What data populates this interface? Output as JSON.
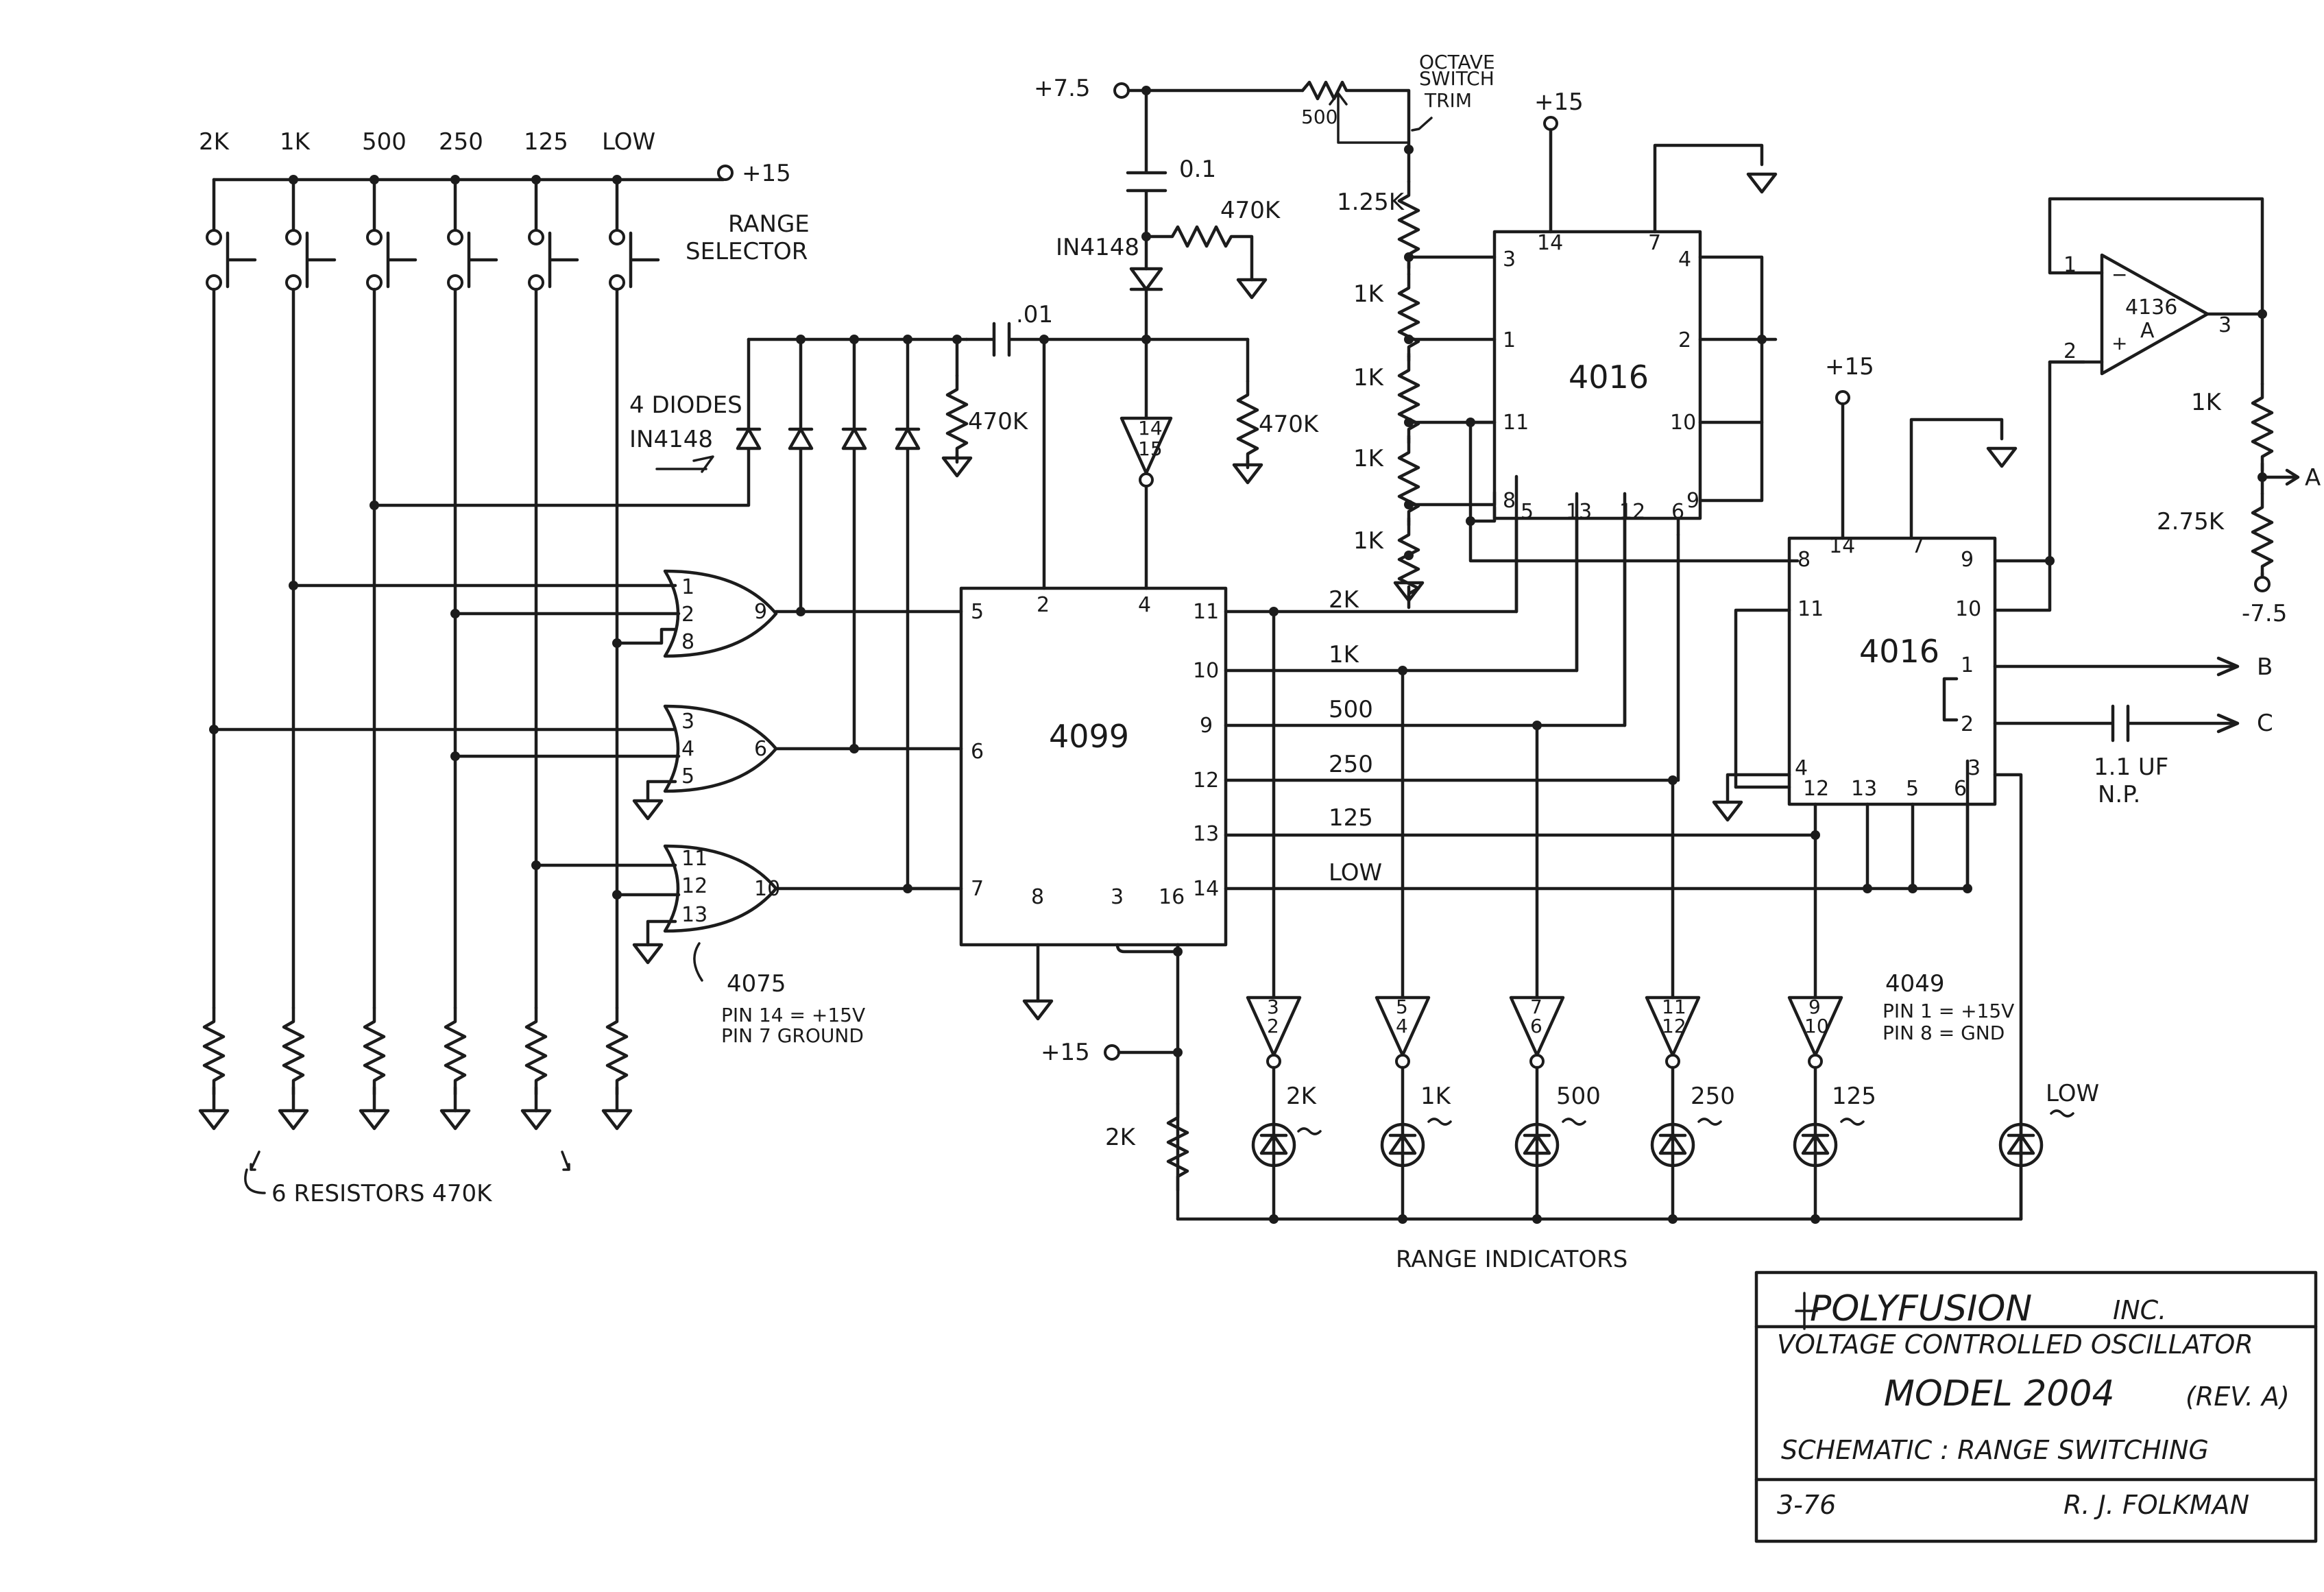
{
  "range_selector": {
    "labels": [
      "2K",
      "1K",
      "500",
      "250",
      "125",
      "LOW"
    ],
    "supply": "+15",
    "caption": "RANGE\nSELECTOR"
  },
  "resistor_note": "6 RESISTORS   470K",
  "diodes_note": "4 DIODES\nIN4148",
  "gate_4075": {
    "title": "4075",
    "note": "PIN 14 = +15V\nPIN 7  GROUND",
    "gate1_pins": [
      "1",
      "2",
      "8",
      "9"
    ],
    "gate2_pins": [
      "3",
      "4",
      "5",
      "6"
    ],
    "gate3_pins": [
      "11",
      "12",
      "13",
      "10"
    ]
  },
  "top_section": {
    "supply_neg": "+7.5",
    "trim_pot": "500",
    "trim_caption": "OCTAVE\nSWITCH\nTRIM",
    "supply_15": "+15",
    "cap_01": "0.1",
    "diode": "IN4148",
    "r_470k": "470K",
    "cap_001": ".01",
    "r_left": "470K",
    "r_right": "470K",
    "inv_pins": "14\n15"
  },
  "chip_4099": {
    "name": "4099",
    "pins_left": [
      "5",
      "6",
      "7"
    ],
    "pins_top": [
      "2",
      "4"
    ],
    "pins_right": [
      "11",
      "10",
      "9",
      "12",
      "13",
      "14"
    ],
    "pins_bottom": [
      "8",
      "3",
      "16"
    ],
    "outputs": [
      "2K",
      "1K",
      "500",
      "250",
      "125",
      "LOW"
    ]
  },
  "ladder": {
    "resistors": [
      "1.25K",
      "1K",
      "1K",
      "1K",
      "1K"
    ]
  },
  "chip_4016_top": {
    "name": "4016",
    "pins": [
      "3",
      "14",
      "7",
      "4",
      "1",
      "2",
      "11",
      "10",
      "8",
      "5",
      "13",
      "12",
      "6",
      "9"
    ],
    "supply": "+15"
  },
  "chip_4016_bottom": {
    "name": "4016",
    "pins": [
      "8",
      "14",
      "7",
      "9",
      "11",
      "10",
      "1",
      "2",
      "4",
      "12",
      "13",
      "5",
      "6",
      "3"
    ],
    "supply": "+15"
  },
  "opamp": {
    "name": "4136\nA",
    "pin_minus": "1",
    "pin_plus": "2",
    "pin_out": "3",
    "r1": "1K",
    "r2": "2.75K",
    "out_a": "A",
    "supply": "-7.5"
  },
  "outputs": {
    "b": "B",
    "c": "C",
    "cap": "1.1 UF\nN.P."
  },
  "indicators": {
    "inverter_pins": [
      "3\n2",
      "5\n4",
      "7\n6",
      "11\n12",
      "9\n10"
    ],
    "led_labels": [
      "2K",
      "1K",
      "500",
      "250",
      "125",
      "LOW"
    ],
    "supply": "+15",
    "r_2k": "2K",
    "caption": "RANGE   INDICATORS",
    "note_4049_title": "4049",
    "note_4049": "PIN 1 = +15V\nPIN 8 = GND"
  },
  "title_block": {
    "company": "POLYFUSION",
    "company_suffix": "INC.",
    "product": "VOLTAGE   CONTROLLED   OSCILLATOR",
    "model": "MODEL   2004",
    "rev": "(REV. A)",
    "sheet": "SCHEMATIC :  RANGE  SWITCHING",
    "date": "3-76",
    "author": "R. J. FOLKMAN"
  }
}
